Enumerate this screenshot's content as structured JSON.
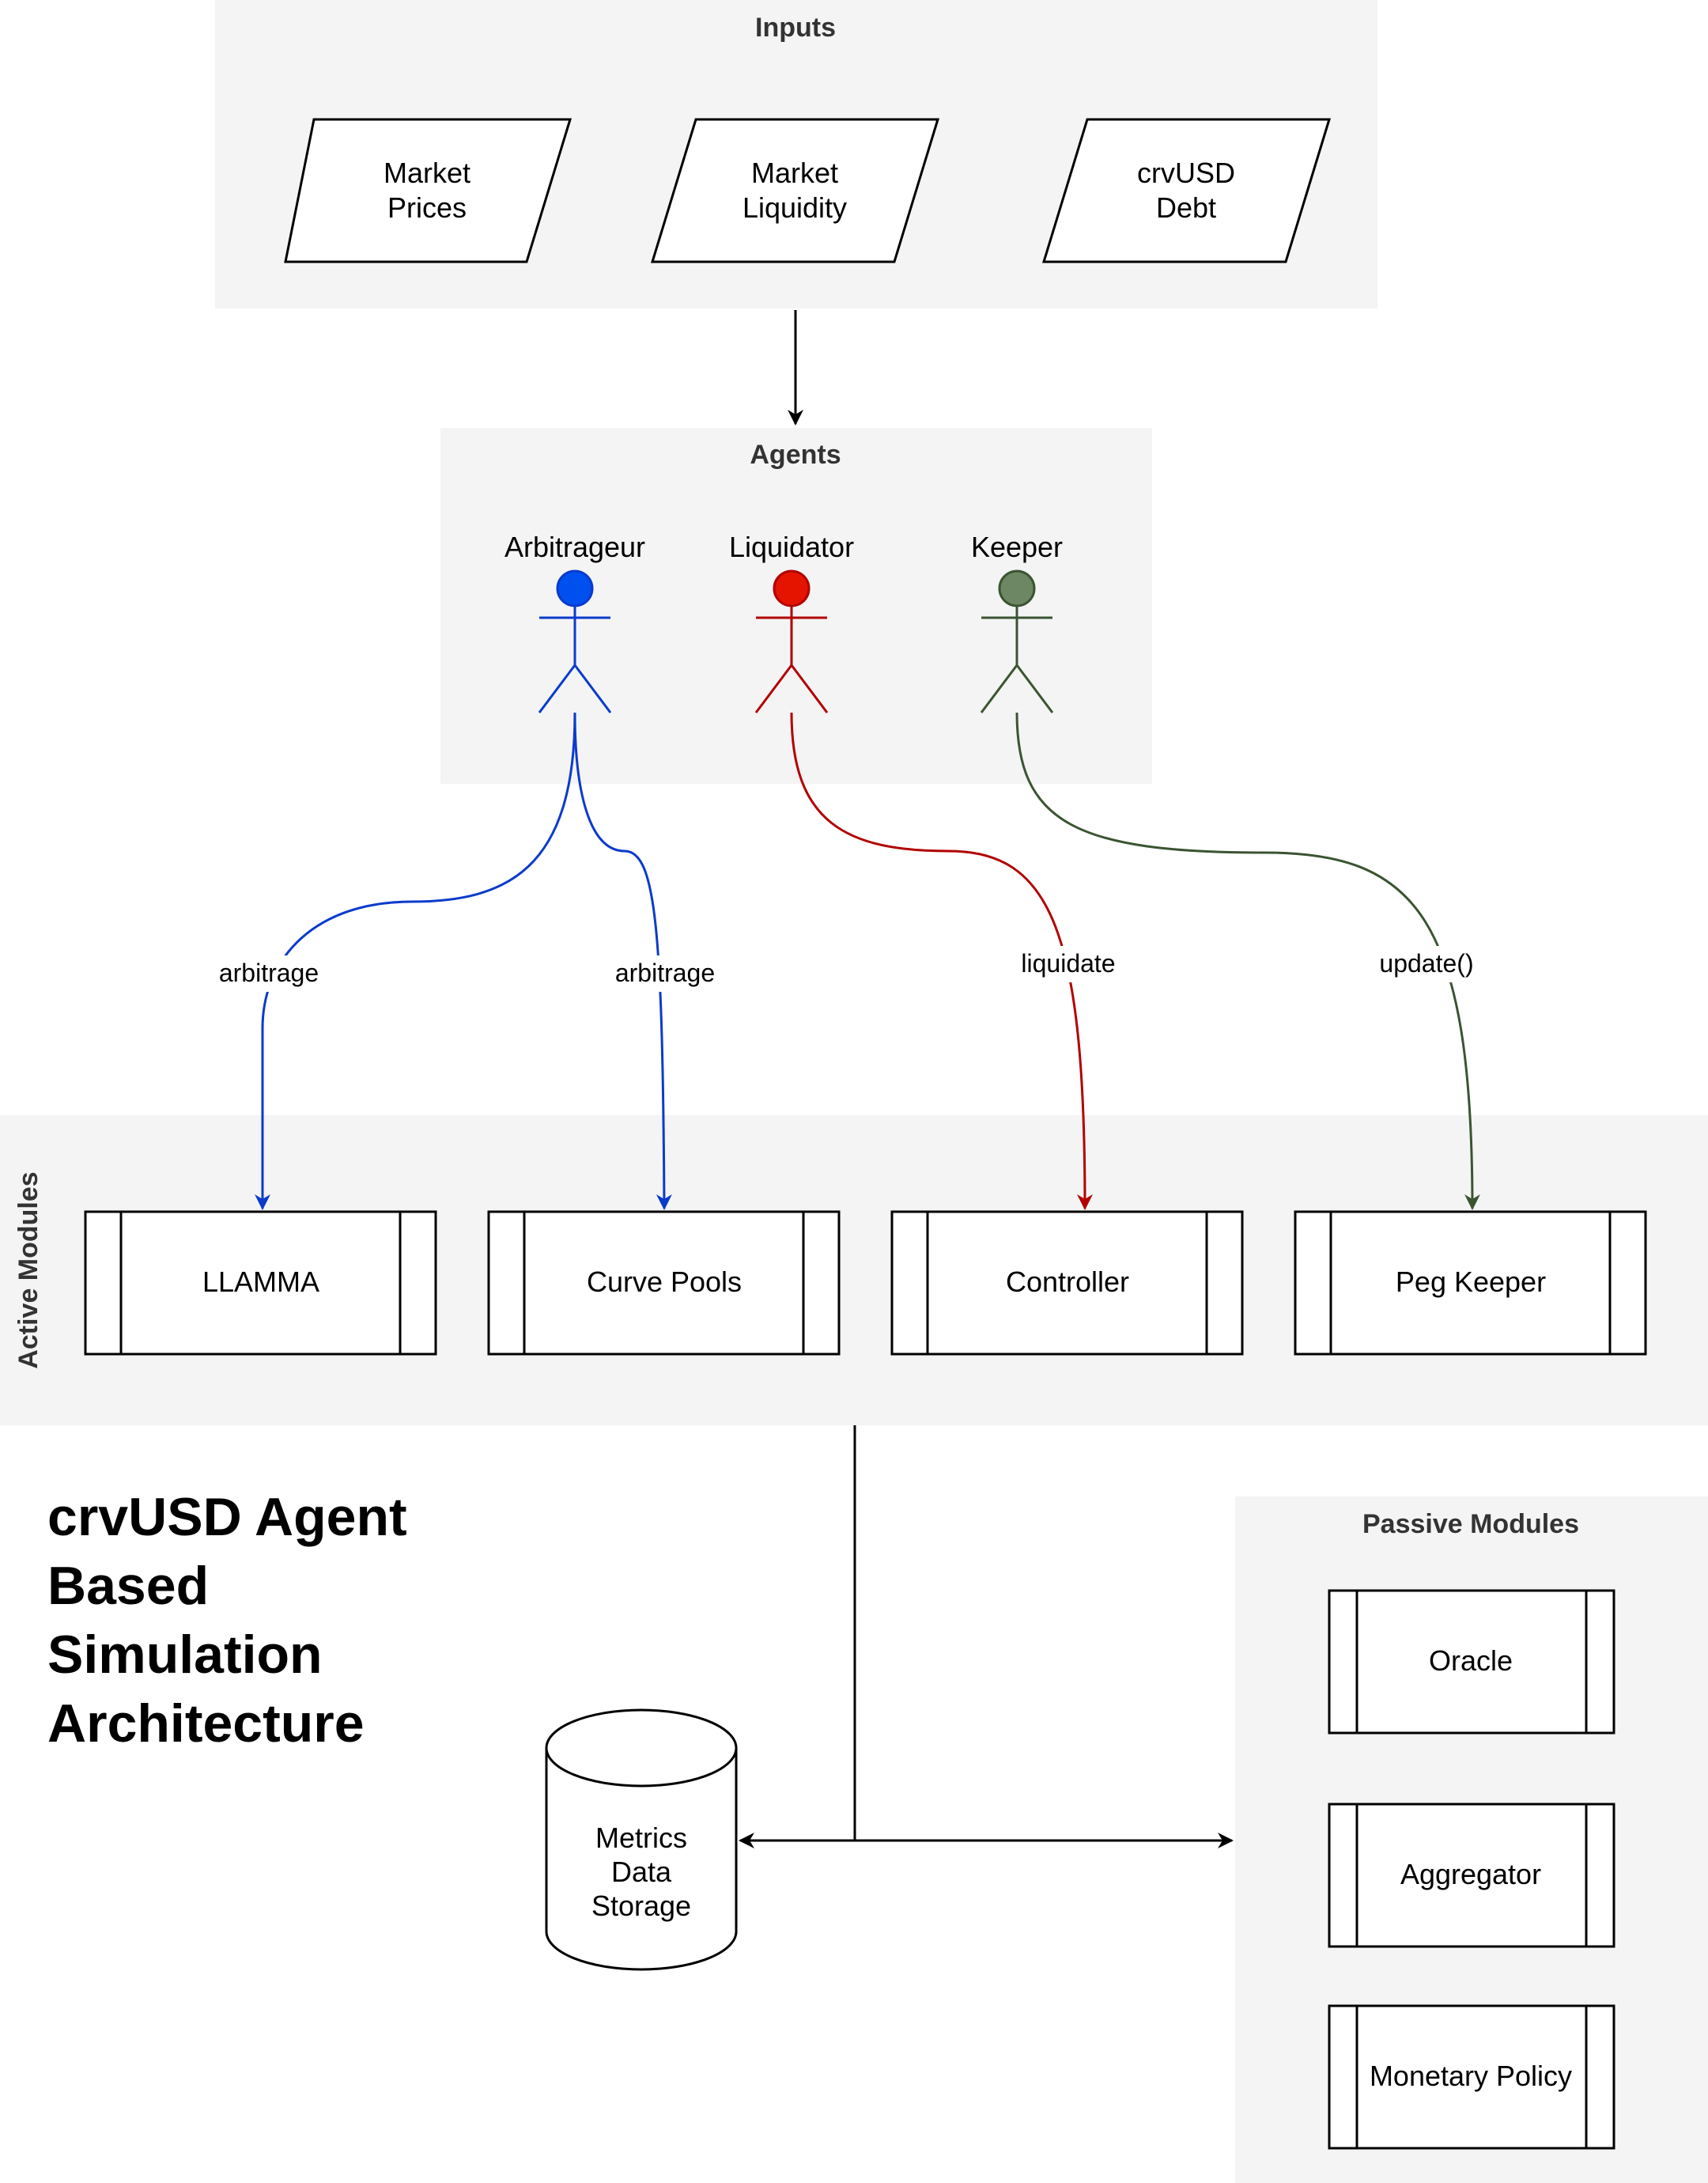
{
  "colors": {
    "group_background": "#f4f4f4",
    "arbitrageur": "#0b3bcc",
    "arbitrageur_head": "#0050ef",
    "liquidator": "#b20000",
    "liquidator_head": "#e51400",
    "keeper": "#3a5431",
    "keeper_head": "#6d8764"
  },
  "title": {
    "lines": [
      "crvUSD Agent",
      "Based",
      "Simulation",
      "Architecture"
    ]
  },
  "inputs": {
    "title": "Inputs",
    "items": [
      {
        "line1": "Market",
        "line2": "Prices"
      },
      {
        "line1": "Market",
        "line2": "Liquidity"
      },
      {
        "line1": "crvUSD",
        "line2": "Debt"
      }
    ]
  },
  "agents": {
    "title": "Agents",
    "items": [
      {
        "name": "Arbitrageur",
        "icon": "stick-figure-icon"
      },
      {
        "name": "Liquidator",
        "icon": "stick-figure-icon"
      },
      {
        "name": "Keeper",
        "icon": "stick-figure-icon"
      }
    ]
  },
  "edges": {
    "arbitrage_llamma": "arbitrage",
    "arbitrage_curve": "arbitrage",
    "liquidate": "liquidate",
    "update": "update()"
  },
  "active_modules": {
    "title": "Active Modules",
    "items": [
      "LLAMMA",
      "Curve Pools",
      "Controller",
      "Peg Keeper"
    ]
  },
  "passive_modules": {
    "title": "Passive Modules",
    "items": [
      "Oracle",
      "Aggregator",
      "Monetary Policy"
    ]
  },
  "storage": {
    "line1": "Metrics",
    "line2": "Data",
    "line3": "Storage",
    "icon": "database-icon"
  }
}
